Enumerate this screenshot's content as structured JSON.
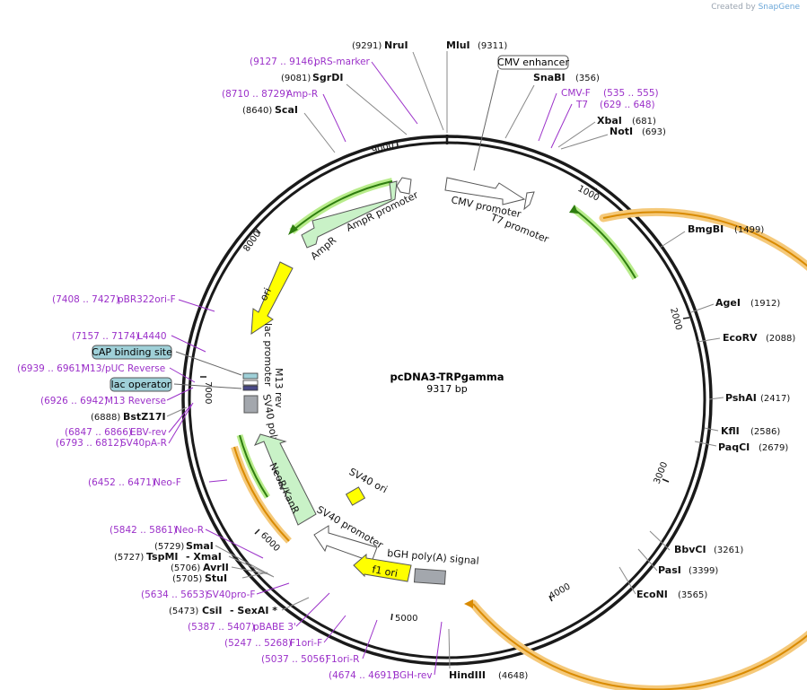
{
  "credit": {
    "prefix": "Created by",
    "brand": "SnapGene"
  },
  "plasmid": {
    "name": "pcDNA3-TRPgamma",
    "size": "9317 bp"
  },
  "ticks": [
    "1000",
    "2000",
    "3000",
    "4000",
    "5000",
    "6000",
    "7000",
    "8000",
    "9000"
  ],
  "enzymes": [
    {
      "name": "NruI",
      "pos": "(9291)"
    },
    {
      "name": "MluI",
      "pos": "(9311)"
    },
    {
      "name": "SgrDI",
      "pos": "(9081)"
    },
    {
      "name": "ScaI",
      "pos": "(8640)"
    },
    {
      "name": "SnaBI",
      "pos": "(356)"
    },
    {
      "name": "XbaI",
      "pos": "(681)"
    },
    {
      "name": "NotI",
      "pos": "(693)"
    },
    {
      "name": "BmgBI",
      "pos": "(1499)"
    },
    {
      "name": "AgeI",
      "pos": "(1912)"
    },
    {
      "name": "EcoRV",
      "pos": "(2088)"
    },
    {
      "name": "PshAI",
      "pos": "(2417)"
    },
    {
      "name": "KflI",
      "pos": "(2586)"
    },
    {
      "name": "PaqCI",
      "pos": "(2679)"
    },
    {
      "name": "BbvCI",
      "pos": "(3261)"
    },
    {
      "name": "PasI",
      "pos": "(3399)"
    },
    {
      "name": "EcoNI",
      "pos": "(3565)"
    },
    {
      "name": "HindIII",
      "pos": "(4648)"
    },
    {
      "name": "BstZ17I",
      "pos": "(6888)"
    },
    {
      "name": "SmaI",
      "pos": "(5729)"
    },
    {
      "name": "TspMI",
      "pos": "(5727)"
    },
    {
      "name": "- XmaI",
      "pos": ""
    },
    {
      "name": "AvrII",
      "pos": "(5706)"
    },
    {
      "name": "StuI",
      "pos": "(5705)"
    },
    {
      "name": "CsiI",
      "pos": "(5473)"
    },
    {
      "name": "- SexAI *",
      "pos": ""
    }
  ],
  "primers": [
    {
      "name": "pRS-marker",
      "range": "(9127 .. 9146)"
    },
    {
      "name": "Amp-R",
      "range": "(8710 .. 8729)"
    },
    {
      "name": "CMV-F",
      "range": "(535 .. 555)"
    },
    {
      "name": "T7",
      "range": "(629 .. 648)"
    },
    {
      "name": "pBR322ori-F",
      "range": "(7408 .. 7427)"
    },
    {
      "name": "L4440",
      "range": "(7157 .. 7174)"
    },
    {
      "name": "M13/pUC Reverse",
      "range": "(6939 .. 6961)"
    },
    {
      "name": "M13 Reverse",
      "range": "(6926 .. 6942)"
    },
    {
      "name": "EBV-rev",
      "range": "(6847 .. 6866)"
    },
    {
      "name": "SV40pA-R",
      "range": "(6793 .. 6812)"
    },
    {
      "name": "Neo-F",
      "range": "(6452 .. 6471)"
    },
    {
      "name": "Neo-R",
      "range": "(5842 .. 5861)"
    },
    {
      "name": "SV40pro-F",
      "range": "(5634 .. 5653)"
    },
    {
      "name": "pBABE 3'",
      "range": "(5387 .. 5407)"
    },
    {
      "name": "F1ori-F",
      "range": "(5247 .. 5268)"
    },
    {
      "name": "F1ori-R",
      "range": "(5037 .. 5056)"
    },
    {
      "name": "BGH-rev",
      "range": "(4674 .. 4691)"
    }
  ],
  "boxed_features": {
    "cmv_enhancer": "CMV enhancer",
    "cap_site": "CAP binding site",
    "lac_operator": "lac operator"
  },
  "features": {
    "cmv_promoter": "CMV promoter",
    "t7_promoter": "T7 promoter",
    "ampr_promoter": "AmpR promoter",
    "ampr": "AmpR",
    "ori": "ori",
    "lac_promoter": "lac promoter",
    "m13_rev": "M13 rev",
    "sv40_polya": "SV40 poly(A) signal",
    "neor": "NeoR/KanR",
    "sv40_ori": "SV40 ori",
    "sv40_promoter": "SV40 promoter",
    "bgh_polya": "bGH poly(A) signal",
    "f1_ori": "f1 ori"
  },
  "colors": {
    "backbone": "#1a1a1a",
    "primer": "#9b30c9",
    "cds_orange": "#f5a623",
    "cds_green": "#2e7d0f",
    "ori_yellow": "#ffff00",
    "resistance_green": "#c9f2c7",
    "operator_blue": "#9fd0d8"
  }
}
